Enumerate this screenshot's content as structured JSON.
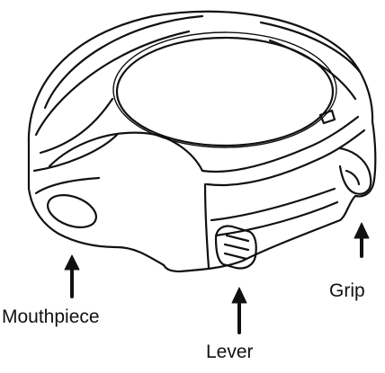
{
  "labels": {
    "mouthpiece": "Mouthpiece",
    "lever": "Lever",
    "grip": "Grip"
  }
}
